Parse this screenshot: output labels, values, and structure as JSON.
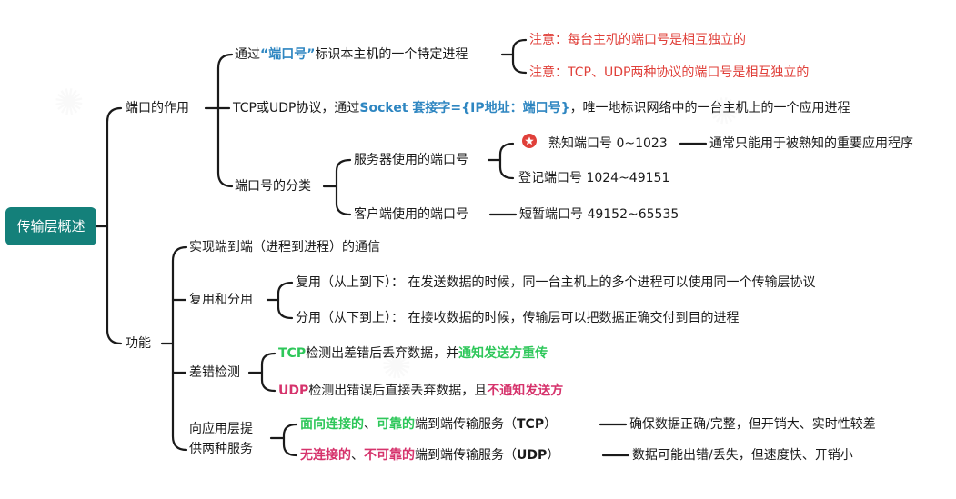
{
  "root": "传输层概述",
  "port_role": {
    "label": "端口的作用",
    "identify": {
      "pre": "通过",
      "kw": "“端口号”",
      "post": "标识本主机的一个特定进程"
    },
    "note1": "注意：每台主机的端口号是相互独立的",
    "note2": "注意：TCP、UDP两种协议的端口号是相互独立的",
    "socket": {
      "pre": "TCP或UDP协议，通过",
      "kw": "Socket 套接字={IP地址：端口号}",
      "post": "，唯一地标识网络中的一台主机上的一个应用进程"
    },
    "classify": "端口号的分类",
    "server": "服务器使用的端口号",
    "well_known": "熟知端口号 0~1023",
    "well_known_note": "通常只能用于被熟知的重要应用程序",
    "registered": "登记端口号 1024~49151",
    "client": "客户端使用的端口号",
    "ephemeral": "短暂端口号 49152~65535"
  },
  "function": {
    "label": "功能",
    "e2e": "实现端到端（进程到进程）的通信",
    "mux": "复用和分用",
    "mux_item": "复用（从上到下）： 在发送数据的时候，同一台主机上的多个进程可以使用同一个传输层协议",
    "demux_item": "分用（从下到上）： 在接收数据的时候，传输层可以把数据正确交付到目的进程",
    "error": "差错检测",
    "tcp_err": {
      "kw": "TCP",
      "mid": "检测出差错后丢弃数据，并",
      "kw2": "通知发送方重传"
    },
    "udp_err": {
      "kw": "UDP",
      "mid": "检测出错误后直接丢弃数据，且",
      "kw2": "不通知发送方"
    },
    "services": [
      "向应用层提",
      "供两种服务"
    ],
    "tcp_service": {
      "kw": "面向连接的",
      "sep": "、",
      "kw2": "可靠的",
      "mid": "端到端传输服务（",
      "proto": "TCP",
      "end": "）"
    },
    "tcp_note": "确保数据正确/完整，但开销大、实时性较差",
    "udp_service": {
      "kw": "无连接的",
      "sep": "、",
      "kw2": "不可靠的",
      "mid": "端到端传输服务（",
      "proto": "UDP",
      "end": "）"
    },
    "udp_note": "数据可能出错/丢失，但速度快、开销小"
  }
}
